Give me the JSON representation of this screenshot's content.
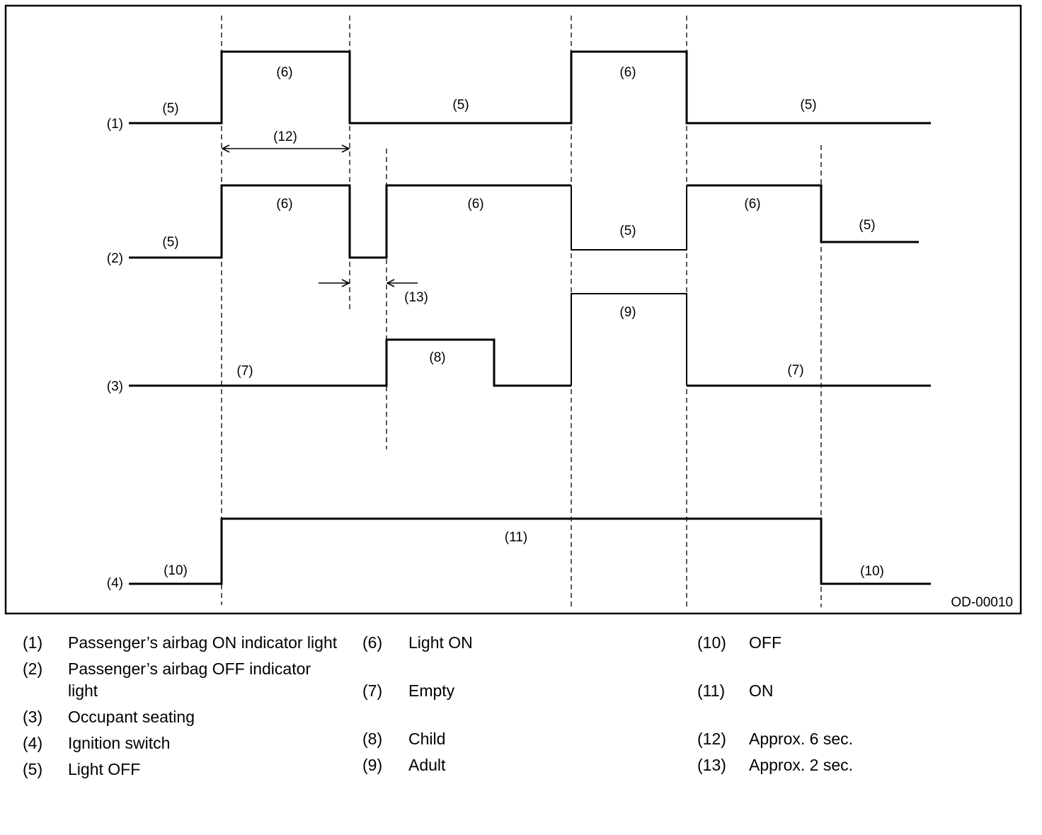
{
  "diagram": {
    "code": "OD-00010",
    "rows": [
      "(1)",
      "(2)",
      "(3)",
      "(4)"
    ],
    "labels": {
      "r1_a": "(5)",
      "r1_b": "(6)",
      "r1_c": "(5)",
      "r1_d": "(6)",
      "r1_e": "(5)",
      "r1_dur": "(12)",
      "r2_a": "(5)",
      "r2_b": "(6)",
      "r2_c": "(6)",
      "r2_d": "(5)",
      "r2_e": "(6)",
      "r2_f": "(5)",
      "r2_dur": "(13)",
      "r3_a": "(7)",
      "r3_b": "(8)",
      "r3_c": "(9)",
      "r3_d": "(7)",
      "r4_a": "(10)",
      "r4_b": "(11)",
      "r4_c": "(10)"
    }
  },
  "legend": {
    "col1": [
      {
        "num": "(1)",
        "text": "Passenger’s airbag ON indicator light"
      },
      {
        "num": "(2)",
        "text": "Passenger’s airbag OFF indicator light"
      },
      {
        "num": "(3)",
        "text": "Occupant seating"
      },
      {
        "num": "(4)",
        "text": "Ignition switch"
      },
      {
        "num": "(5)",
        "text": "Light OFF"
      }
    ],
    "col2": [
      {
        "num": "(6)",
        "text": "Light ON"
      },
      {
        "num": "(7)",
        "text": "Empty"
      },
      {
        "num": "(8)",
        "text": "Child"
      },
      {
        "num": "(9)",
        "text": "Adult"
      }
    ],
    "col3": [
      {
        "num": "(10)",
        "text": "OFF"
      },
      {
        "num": "(11)",
        "text": "ON"
      },
      {
        "num": "(12)",
        "text": "Approx. 6 sec."
      },
      {
        "num": "(13)",
        "text": "Approx. 2 sec."
      }
    ]
  }
}
